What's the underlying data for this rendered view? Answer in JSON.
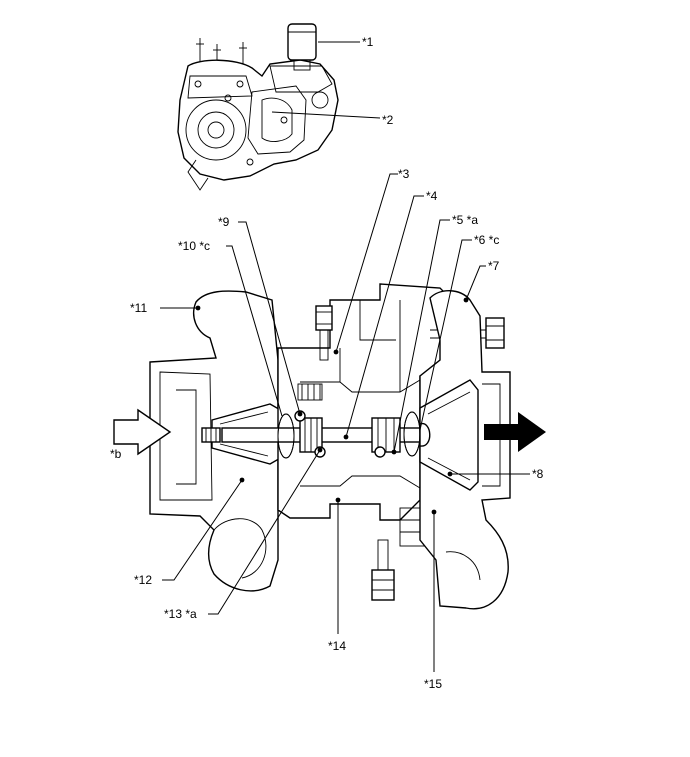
{
  "callouts": {
    "c1": "*1",
    "c2": "*2",
    "c3": "*3",
    "c4": "*4",
    "c5": "*5 *a",
    "c6": "*6 *c",
    "c7": "*7",
    "c8": "*8",
    "c9": "*9",
    "c10": "*10 *c",
    "c11": "*11",
    "c12": "*12",
    "c13": "*13 *a",
    "c14": "*14",
    "c15": "*15",
    "cb": "*b"
  }
}
